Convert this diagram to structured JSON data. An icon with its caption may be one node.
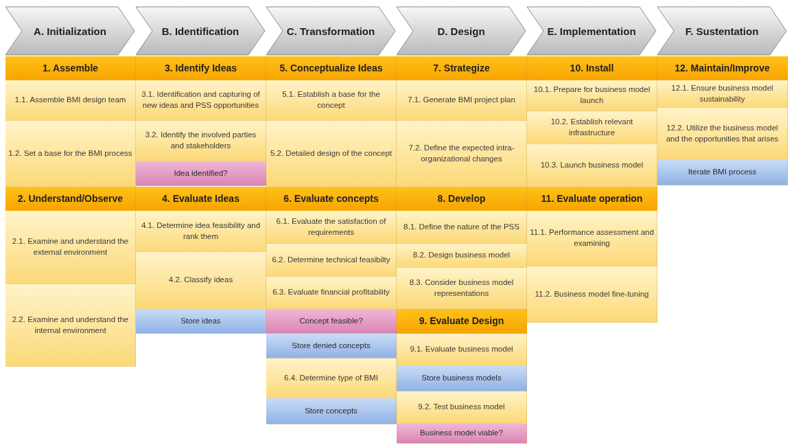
{
  "diagram": {
    "nodes": [
      {
        "text": [
          "A. Initialization"
        ]
      },
      {
        "text": [
          "B. Identification"
        ]
      },
      {
        "text": [
          "C. Transformation"
        ]
      },
      {
        "text": [
          "D. Design"
        ]
      },
      {
        "text": [
          "E. Implementation"
        ]
      },
      {
        "text": [
          "F. Sustentation"
        ]
      },
      {
        "text": [
          "1. Assemble"
        ]
      },
      {
        "text": [
          "1.1. Assemble BMI design team"
        ]
      },
      {
        "text": [
          "1.2. Set a base for the BMI process"
        ]
      },
      {
        "text": [
          "2. Understand/Observe"
        ]
      },
      {
        "text": [
          "2.1. Examine and understand the external environment"
        ]
      },
      {
        "text": [
          "2.2. Examine and understand the internal environment"
        ]
      },
      {
        "text": [
          "3. Identify Ideas"
        ]
      },
      {
        "text": [
          "3.1. Identification and capturing of new ideas and PSS opportunities"
        ]
      },
      {
        "text": [
          "3.2. Identify the involved parties and stakeholders"
        ]
      },
      {
        "text": [
          "Idea identified?"
        ]
      },
      {
        "text": [
          "4. Evaluate Ideas"
        ]
      },
      {
        "text": [
          "4.1. Determine idea feasibility and rank them"
        ]
      },
      {
        "text": [
          "4.2. Classify ideas"
        ]
      },
      {
        "text": [
          "Store ideas"
        ]
      },
      {
        "text": [
          "5. Conceptualize Ideas"
        ]
      },
      {
        "text": [
          "5.1. Establish a base for the concept"
        ]
      },
      {
        "text": [
          "5.2. Detailed design of the concept"
        ]
      },
      {
        "text": [
          "6. Evaluate concepts"
        ]
      },
      {
        "text": [
          "6.1. Evaluate the satisfaction of requirements"
        ]
      },
      {
        "text": [
          "6.2. Determine technical feasibilty"
        ]
      },
      {
        "text": [
          "6.3. Evaluate financial profitability"
        ]
      },
      {
        "text": [
          "Concept feasible?"
        ]
      },
      {
        "text": [
          "Store denied concepts"
        ]
      },
      {
        "text": [
          "6.4. Determine type of BMI"
        ]
      },
      {
        "text": [
          "Store concepts"
        ]
      },
      {
        "text": [
          "7. Strategize"
        ]
      },
      {
        "text": [
          "7.1. Generate BMI project plan"
        ]
      },
      {
        "text": [
          "7.2. Define the expected intra-organizational changes"
        ]
      },
      {
        "text": [
          "8. Develop"
        ]
      },
      {
        "text": [
          "8.1. Define the nature of the PSS"
        ]
      },
      {
        "text": [
          "8.2. Design business model"
        ]
      },
      {
        "text": [
          "8.3. Consider business model representations"
        ]
      },
      {
        "text": [
          "9. Evaluate Design"
        ]
      },
      {
        "text": [
          "9.1. Evaluate business model"
        ]
      },
      {
        "text": [
          "Store business models"
        ]
      },
      {
        "text": [
          "9.2. Test business model"
        ]
      },
      {
        "text": [
          "Business model viable?"
        ]
      },
      {
        "text": [
          "10. Install"
        ]
      },
      {
        "text": [
          "10.1. Prepare for business model launch"
        ]
      },
      {
        "text": [
          "10.2. Establish relevant infrastructure"
        ]
      },
      {
        "text": [
          "10.3. Launch business model"
        ]
      },
      {
        "text": [
          "11. Evaluate operation"
        ]
      },
      {
        "text": [
          "11.1. Performance assessment and examining"
        ]
      },
      {
        "text": [
          "11.2. Business model fine-tuning"
        ]
      },
      {
        "text": [
          "12. Maintain/Improve"
        ]
      },
      {
        "text": [
          "12.1. Ensure business model sustainability"
        ]
      },
      {
        "text": [
          "12.2. Utilize the business model and the opportunities that arises"
        ]
      },
      {
        "text": [
          "Iterate BMI process"
        ]
      }
    ]
  }
}
